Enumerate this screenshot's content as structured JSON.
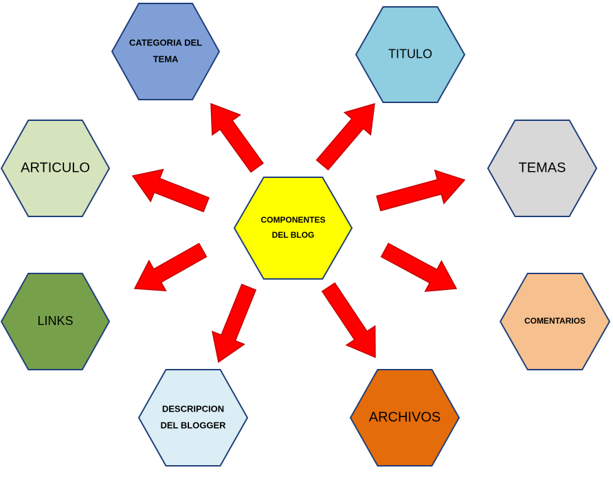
{
  "center": {
    "lines": [
      "COMPONENTES",
      "DEL BLOG"
    ],
    "color": "#ffff00"
  },
  "nodes": [
    {
      "id": "categoria-del-tema",
      "lines": [
        "CATEGORIA DEL",
        "TEMA"
      ],
      "color": "#7f9fd6"
    },
    {
      "id": "titulo",
      "lines": [
        "TITULO"
      ],
      "color": "#8fcde0"
    },
    {
      "id": "articulo",
      "lines": [
        "ARTICULO"
      ],
      "color": "#d6e4bd"
    },
    {
      "id": "temas",
      "lines": [
        "TEMAS"
      ],
      "color": "#d8d8d8"
    },
    {
      "id": "links",
      "lines": [
        "LINKS"
      ],
      "color": "#77a04a"
    },
    {
      "id": "comentarios",
      "lines": [
        "COMENTARIOS"
      ],
      "color": "#f6c08f"
    },
    {
      "id": "descripcion-del-blogger",
      "lines": [
        "DESCRIPCION",
        "DEL BLOGGER"
      ],
      "color": "#dbeef5"
    },
    {
      "id": "archivos",
      "lines": [
        "ARCHIVOS"
      ],
      "color": "#e46c0a"
    }
  ]
}
